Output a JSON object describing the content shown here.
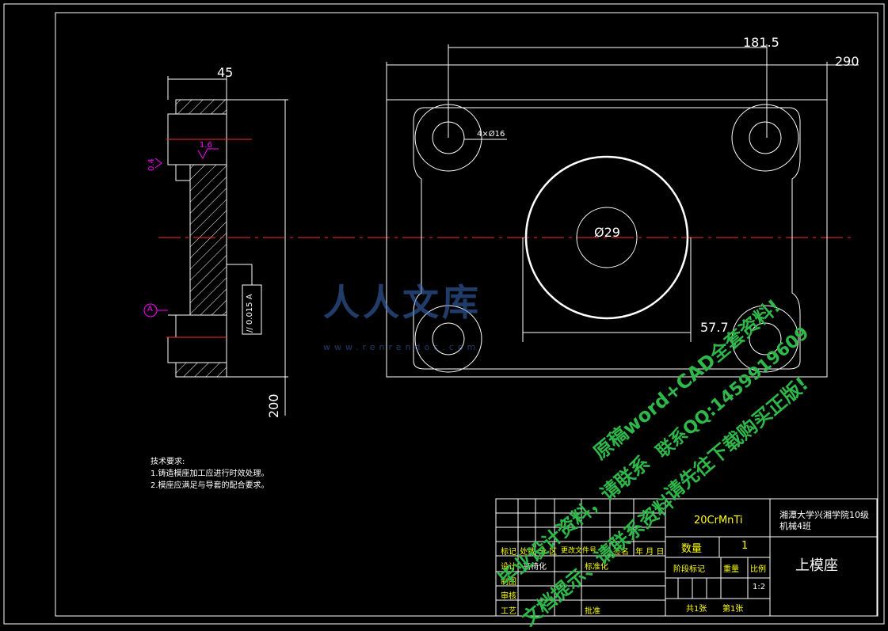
{
  "dimensions": {
    "side_width": "45",
    "side_height": "200",
    "top_width": "290",
    "hole_spacing": "181.5",
    "hole_callout": "4×Ø16",
    "bore": "Ø29",
    "offset": "57.7"
  },
  "annotations": {
    "roughness_1": "1.6",
    "roughness_2": "0.4",
    "datum": "A",
    "tolerance": "// 0.015 A"
  },
  "tech_requirements": {
    "title": "技术要求:",
    "items": [
      "1.铸造模座加工应进行时效处理。",
      "2.模座应满足与导套的配合要求。"
    ]
  },
  "title_block": {
    "material": "20CrMnTi",
    "school": "湘潭大学兴湘学院10级",
    "class": "机械4班",
    "part_name": "上模座",
    "quantity_label": "数量",
    "quantity": "1",
    "stage_label": "阶段标记",
    "weight_label": "重量",
    "scale_label": "比例",
    "scale": "1:2",
    "sheet": "共1张",
    "sheet_no": "第1张",
    "rev_headers": [
      "标记",
      "处数",
      "分 区",
      "更改文件号",
      "签名",
      "年 月 日"
    ],
    "design_label": "设计",
    "design_std": "标准化",
    "design_name": "高椅化",
    "drawing_label": "制图",
    "review_label": "审核",
    "process_label": "工艺",
    "approve_label": "批准"
  },
  "watermark": {
    "brand": "人人文库",
    "url": "www.renrendoc.com",
    "line1": "原稿word+CAD全套资料!",
    "line2": "联系QQ:1459919609",
    "line3": "请先往下载购买正版!",
    "line4": "毕业设计资料，请联系",
    "line5": "文档提示、请联系资料"
  }
}
